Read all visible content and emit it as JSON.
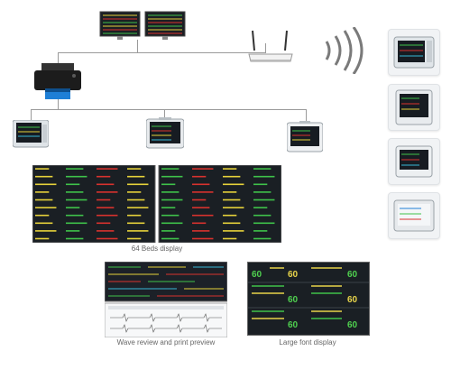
{
  "captions": {
    "beds_display": "64 Beds display",
    "wave_review": "Wave review and print preview",
    "large_font": "Large font display"
  },
  "colors": {
    "connector": "#9a9a9a",
    "screen_bg": "#1a1f24",
    "trace_yellow": "#e6d23a",
    "trace_green": "#3fc24a",
    "trace_red": "#d8322e",
    "trace_cyan": "#37b8d6",
    "large_digit_yellow": "#e8d44a",
    "large_digit_green": "#4fd04f"
  },
  "icons": {
    "workstation": "dual-monitor-workstation-icon",
    "printer": "printer-icon",
    "router": "wireless-router-icon",
    "wireless": "wifi-signal-icon",
    "monitor": "patient-monitor-icon"
  },
  "large_font_values": [
    "60",
    "60",
    "60",
    "60",
    "60",
    "60",
    "60"
  ]
}
